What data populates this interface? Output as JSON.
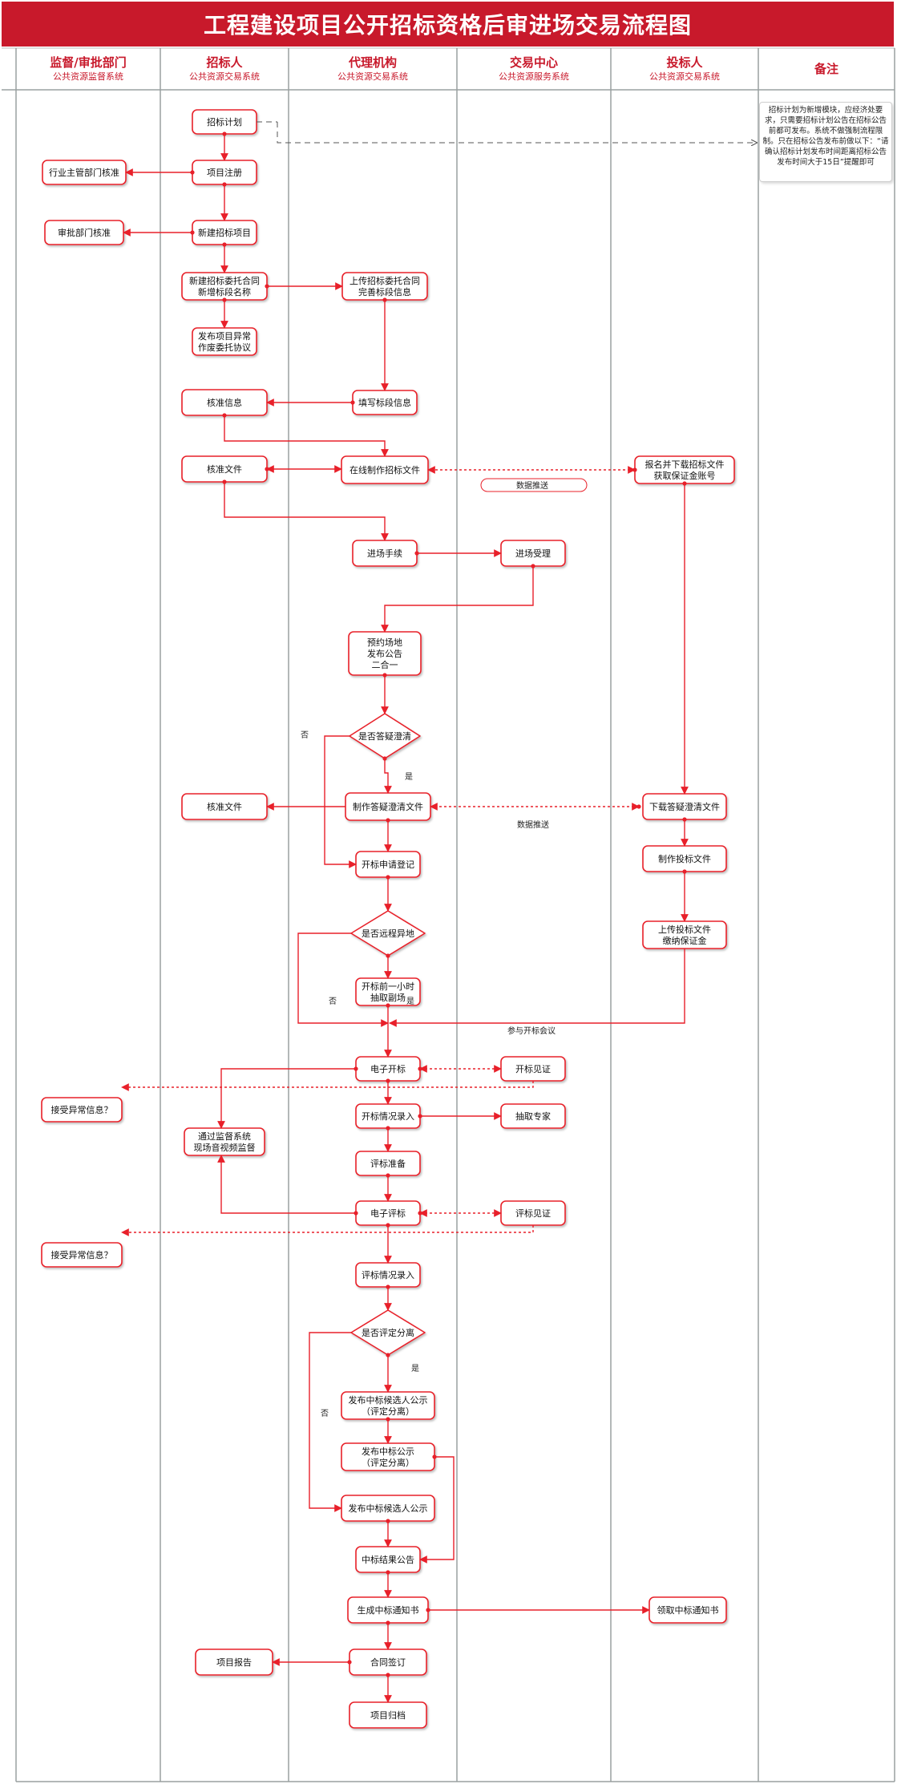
{
  "title": "工程建设项目公开招标资格后审进场交易流程图",
  "lanes": [
    {
      "name": "监督/审批部门",
      "system": "公共资源监督系统"
    },
    {
      "name": "招标人",
      "system": "公共资源交易系统"
    },
    {
      "name": "代理机构",
      "system": "公共资源交易系统"
    },
    {
      "name": "交易中心",
      "system": "公共资源服务系统"
    },
    {
      "name": "投标人",
      "system": "公共资源交易系统"
    },
    {
      "name": "备注",
      "system": ""
    }
  ],
  "note": "招标计划为新增模块，应经济处要求，只需要招标计划公告在招标公告前都可发布。系统不做强制流程限制。只在招标公告发布前做以下：“请确认招标计划发布时间距离招标公告发布时间大于15日”提醒即可",
  "nodes": {
    "n_plan": "招标计划",
    "n_register": "项目注册",
    "n_industry": "行业主管部门核准",
    "n_newproj": "新建招标项目",
    "n_approve": "审批部门核准",
    "n_contract": "新建招标委托合同\n新增标段名称",
    "n_upload": "上传招标委托合同\n完善标段信息",
    "n_abnormal": "发布项目异常\n作废委托协议",
    "n_approveinfo": "核准信息",
    "n_fillsec": "填写标段信息",
    "n_approvedoc1": "核准文件",
    "n_online": "在线制作招标文件",
    "n_signup": "报名并下载招标文件\n获取保证金账号",
    "n_entry": "进场手续",
    "n_accept": "进场受理",
    "n_reserve": "预约场地\n发布公告\n二合一",
    "n_qa_dec": "是否答疑澄清",
    "n_approvedoc2": "核准文件",
    "n_clarify": "制作答疑澄清文件",
    "n_download": "下载答疑澄清文件",
    "n_openreg": "开标申请登记",
    "n_makebid": "制作投标文件",
    "n_remote_dec": "是否远程异地",
    "n_uploadbid": "上传投标文件\n缴纳保证金",
    "n_extract": "开标前一小时\n抽取副场",
    "n_eopen": "电子开标",
    "n_openwit": "开标见证",
    "n_exc1": "接受异常信息？",
    "n_openrec": "开标情况录入",
    "n_expert": "抽取专家",
    "n_monitor": "通过监督系统\n现场音视频监督",
    "n_prep": "评标准备",
    "n_eeval": "电子评标",
    "n_evalwit": "评标见证",
    "n_exc2": "接受异常信息？",
    "n_evalrec": "评标情况录入",
    "n_sep_dec": "是否评定分离",
    "n_cand_sep": "发布中标候选人公示\n（评定分离）",
    "n_pub_sep": "发布中标公示\n（评定分离）",
    "n_cand": "发布中标候选人公示",
    "n_result": "中标结果公告",
    "n_notice": "生成中标通知书",
    "n_getnotice": "领取中标通知书",
    "n_report": "项目报告",
    "n_sign": "合同签订",
    "n_archive": "项目归档"
  },
  "labels": {
    "data_push_1": "数据推送",
    "data_push_2": "数据推送",
    "attend": "参与开标会议",
    "yes": "是",
    "no": "否"
  },
  "colors": {
    "accent": "#c8192b",
    "line": "#e8202a",
    "lane_line": "#9aa0a0"
  }
}
